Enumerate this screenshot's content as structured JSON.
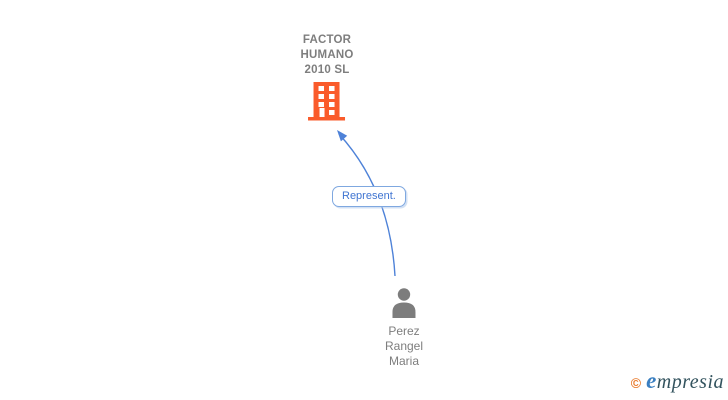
{
  "canvas": {
    "background": "#ffffff"
  },
  "company": {
    "name_lines": [
      "FACTOR",
      "HUMANO",
      "2010 SL"
    ],
    "name_color": "#7e7e7e",
    "icon": "building-icon",
    "icon_color": "#fa5b2b"
  },
  "edge": {
    "label": "Represent.",
    "line_color": "#4e82d8",
    "label_text_color": "#3f74d1",
    "label_border_color": "#7fa8e0"
  },
  "person": {
    "name_lines": [
      "Perez",
      "Rangel",
      "Maria"
    ],
    "name_color": "#7e7e7e",
    "icon": "person-icon",
    "icon_color": "#7d7d7d"
  },
  "watermark": {
    "copyright_symbol": "©",
    "brand_initial": "e",
    "brand_rest": "mpresia",
    "copyright_color": "#e87b2e",
    "initial_color": "#3a7fc1",
    "rest_color": "#33535e"
  }
}
